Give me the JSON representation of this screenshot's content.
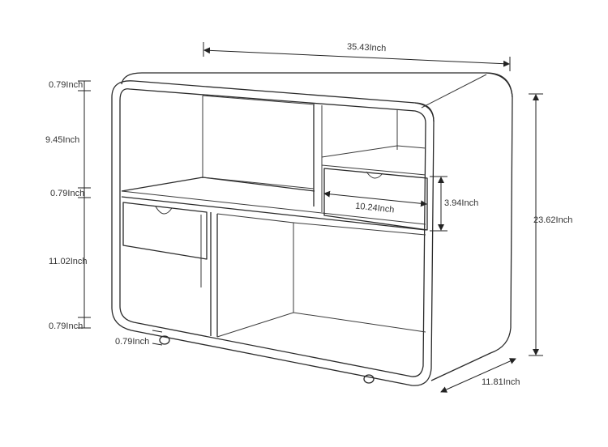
{
  "dimensions": {
    "width_total": "35.43Inch",
    "height_total": "23.62Inch",
    "depth_total": "11.81Inch",
    "drawer_width": "10.24Inch",
    "drawer_height": "3.94Inch",
    "top_panel": "0.79Inch",
    "upper_space": "9.45Inch",
    "middle_shelf": "0.79Inch",
    "lower_space": "11.02Inch",
    "bottom_panel": "0.79Inch",
    "leg_height": "0.79Inch"
  },
  "colors": {
    "line": "#2a2a2a",
    "text": "#333333",
    "background": "#ffffff"
  }
}
